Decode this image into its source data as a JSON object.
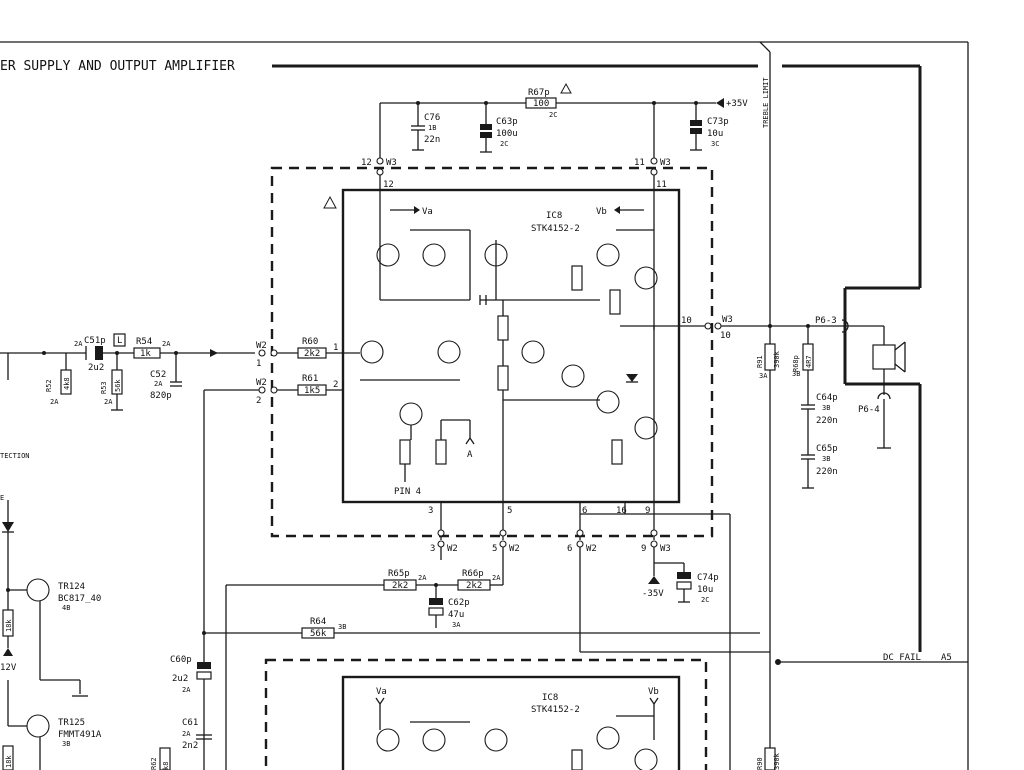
{
  "title": "ER SUPPLY AND OUTPUT AMPLIFIER",
  "supply_pos": "+35V",
  "supply_neg": "-35V",
  "treble_limit": "TREBLE LIMIT",
  "dc_fail": "DC FAIL",
  "dc_fail_ref": "A5",
  "protection_label": "TECTION",
  "ic_upper": {
    "name": "IC8",
    "part": "STK4152-2",
    "va": "Va",
    "vb": "Vb",
    "pin4": "PIN 4",
    "node_a": "A"
  },
  "ic_lower": {
    "name": "IC8",
    "part": "STK4152-2",
    "va": "Va",
    "vb": "Vb"
  },
  "connectors": [
    {
      "id": "w3-12",
      "label": "W3",
      "pin": "12"
    },
    {
      "id": "w3-11",
      "label": "W3",
      "pin": "11"
    },
    {
      "id": "w2-1",
      "label": "W2",
      "pin": "1"
    },
    {
      "id": "w2-2",
      "label": "W2",
      "pin": "2"
    },
    {
      "id": "w3-10",
      "label": "W3",
      "pin": "10"
    },
    {
      "id": "w2-3",
      "label": "W2",
      "pin": "3"
    },
    {
      "id": "w2-5",
      "label": "W2",
      "pin": "5"
    },
    {
      "id": "w2-6",
      "label": "W2",
      "pin": "6"
    },
    {
      "id": "w3-9",
      "label": "W3",
      "pin": "9"
    }
  ],
  "ic_pins": [
    "12",
    "11",
    "1",
    "2",
    "10",
    "3",
    "5",
    "6",
    "16",
    "9"
  ],
  "components": {
    "r67p": {
      "ref": "R67p",
      "value": "100",
      "grid": "2C"
    },
    "c76": {
      "ref": "C76",
      "value": "22n",
      "grid": "1B"
    },
    "c63p": {
      "ref": "C63p",
      "value": "100u",
      "grid": "2C"
    },
    "c73p": {
      "ref": "C73p",
      "value": "10u",
      "grid": "3C"
    },
    "c51p": {
      "ref": "C51p",
      "value": "2u2",
      "grid": "2A"
    },
    "r54": {
      "ref": "R54",
      "value": "1k",
      "grid": "2A"
    },
    "c52": {
      "ref": "C52",
      "value": "820p",
      "grid": "2A"
    },
    "r52": {
      "ref": "R52",
      "value": "4k8",
      "grid": "2A"
    },
    "r53": {
      "ref": "R53",
      "value": "56k",
      "grid": "2A"
    },
    "r60": {
      "ref": "R60",
      "value": "2k2"
    },
    "r61": {
      "ref": "R61",
      "value": "1k5"
    },
    "r91": {
      "ref": "R91",
      "value": "390k",
      "grid": "3A"
    },
    "r68p": {
      "ref": "R68p",
      "value": "4R7",
      "grid": "3B"
    },
    "c64p": {
      "ref": "C64p",
      "value": "220n",
      "grid": "3B"
    },
    "c65p": {
      "ref": "C65p",
      "value": "220n",
      "grid": "3B"
    },
    "r65p": {
      "ref": "R65p",
      "value": "2k2",
      "grid": "2A"
    },
    "r66p": {
      "ref": "R66p",
      "value": "2k2",
      "grid": "2A"
    },
    "c62p": {
      "ref": "C62p",
      "value": "47u",
      "grid": "3A"
    },
    "r64": {
      "ref": "R64",
      "value": "56k",
      "grid": "3B"
    },
    "c74p": {
      "ref": "C74p",
      "value": "10u",
      "grid": "2C"
    },
    "c60p": {
      "ref": "C60p",
      "value": "2u2",
      "grid": "2A"
    },
    "c61": {
      "ref": "C61",
      "value": "2n2",
      "grid": "2A"
    },
    "r62": {
      "ref": "R62",
      "value": "k8"
    },
    "r90": {
      "ref": "R90",
      "value": "390k"
    },
    "tr124": {
      "ref": "TR124",
      "value": "BC817_40",
      "grid": "4B"
    },
    "tr125": {
      "ref": "TR125",
      "value": "FMMT491A",
      "grid": "3B"
    },
    "r_18k_a": {
      "value": "18k"
    },
    "r_18k_b": {
      "value": "18k"
    },
    "l_marker": {
      "value": "L"
    }
  },
  "nodes": {
    "p6_3": "P6-3",
    "p6_4": "P6-4",
    "v12": "12V",
    "e_mark": "E"
  }
}
